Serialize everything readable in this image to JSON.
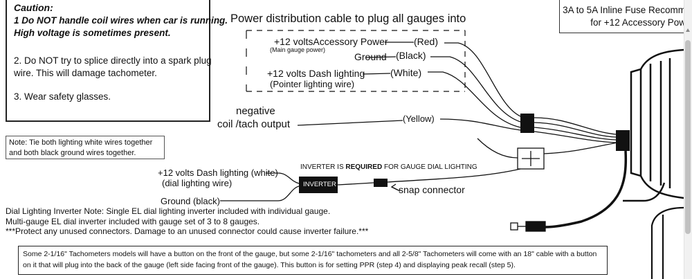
{
  "caution": {
    "title": "Caution:",
    "line1": "1 Do NOT handle coil wires when car is running.",
    "line2": "High voltage is sometimes present.",
    "item2a": "2. Do NOT try to splice directly into a spark plug",
    "item2b": "wire.  This will damage tachometer.",
    "item3": "3. Wear safety glasses."
  },
  "fuse": {
    "line1": "3A to 5A Inline Fuse Recomm",
    "line2": "for +12 Accessory Pow"
  },
  "power_cable_title": "Power distribution cable to plug all gauges into",
  "power": {
    "acc_label": "+12 voltsAccessory Power",
    "acc_sub": "(Main gauge power)",
    "acc_color": "(Red)",
    "ground_label": "Ground",
    "ground_color": "(Black)",
    "dash_label": "+12 volts Dash lighting",
    "dash_sub": "(Pointer lighting wire)",
    "dash_color": "(White)"
  },
  "coil": {
    "line1": "negative",
    "line2": "coil /tach output",
    "color": "(Yellow)"
  },
  "note_tie": {
    "line1": "Note: Tie both lighting white wires together",
    "line2": "and both black ground wires together."
  },
  "inverter": {
    "heading_pre": "INVERTER IS ",
    "heading_bold": "REQUIRED",
    "heading_post": " FOR GAUGE DIAL LIGHTING",
    "box_label": "INVERTER",
    "dash_label": "+12 volts Dash lighting (white)",
    "dash_sub": "(dial lighting wire)",
    "ground_label": "Ground (black)",
    "snap_label": "snap connector"
  },
  "dial_note": {
    "line1": "Dial Lighting Inverter Note: Single EL dial lighting inverter included with individual gauge.",
    "line2": "Multi-gauge EL dial inverter included with gauge set of 3 to 8 gauges.",
    "line3": "***Protect any unused connectors. Damage to an unused connector could cause inverter failure.***"
  },
  "bottom_note": {
    "line1": "Some 2-1/16\" Tachometers models will have a button on the front of the gauge, but some 2-1/16\" tachometers and all 2-5/8\" Tachometers will come with an 18\" cable with a button",
    "line2": "on it that will plug into the back of the gauge (left side facing front of the gauge). This button is for setting PPR (step 4) and displaying peak recall (step 5)."
  },
  "colors": {
    "ink": "#111111",
    "border": "#222222"
  }
}
